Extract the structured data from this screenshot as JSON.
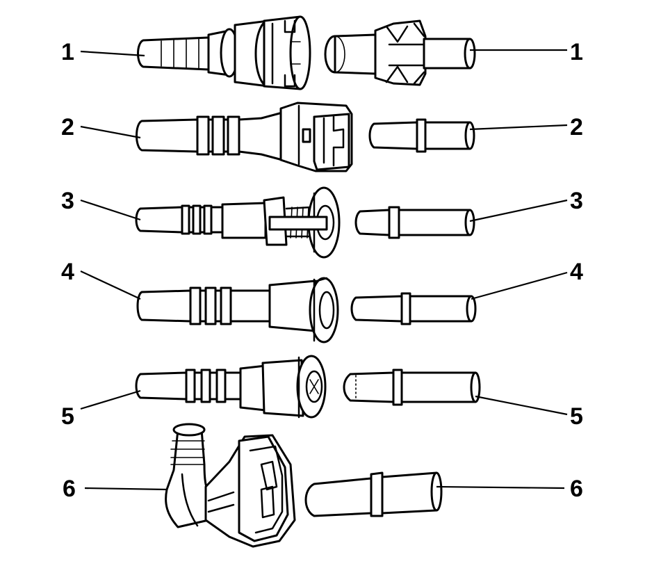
{
  "diagram": {
    "callouts": [
      {
        "id": "1",
        "label": "1"
      },
      {
        "id": "2",
        "label": "2"
      },
      {
        "id": "3",
        "label": "3"
      },
      {
        "id": "4",
        "label": "4"
      },
      {
        "id": "5",
        "label": "5"
      },
      {
        "id": "6",
        "label": "6"
      }
    ],
    "colors": {
      "line": "#000000",
      "fill": "#ffffff",
      "background": "#ffffff"
    }
  }
}
